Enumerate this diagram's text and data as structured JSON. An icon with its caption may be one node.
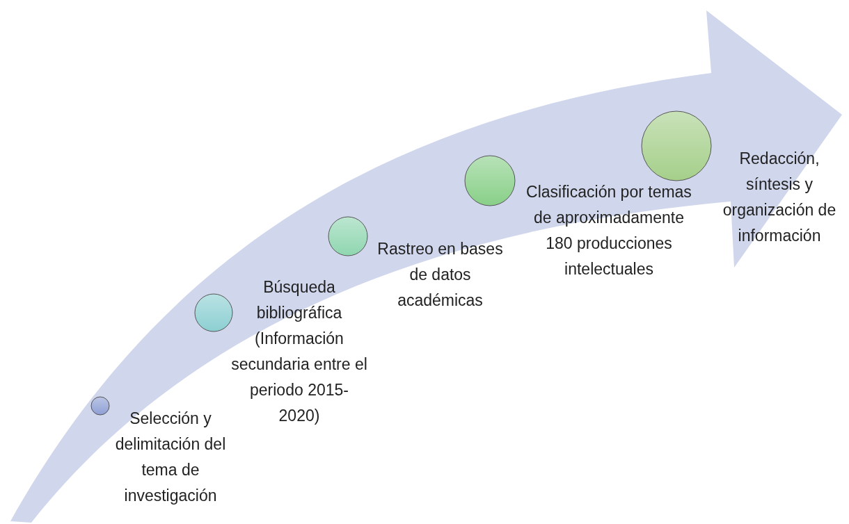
{
  "diagram": {
    "nodes": [
      {
        "text": [],
        "shape": "circle",
        "beside": [
          "Selección y delimitación del tema de investigación"
        ]
      },
      {
        "text": [],
        "shape": "circle",
        "beside": [
          "Búsqueda bibliográfica (Información secundaria entre el periodo 2015-2020)"
        ]
      },
      {
        "text": [],
        "shape": "circle",
        "beside": [
          "Rastreo en bases de datos académicas"
        ]
      },
      {
        "text": [],
        "shape": "circle",
        "beside": [
          "Clasificación por temas de aproximadamente 180 producciones intelectuales"
        ]
      },
      {
        "text": [],
        "shape": "circle",
        "beside": [
          "Redacción, síntesis y organización de información"
        ]
      }
    ]
  }
}
